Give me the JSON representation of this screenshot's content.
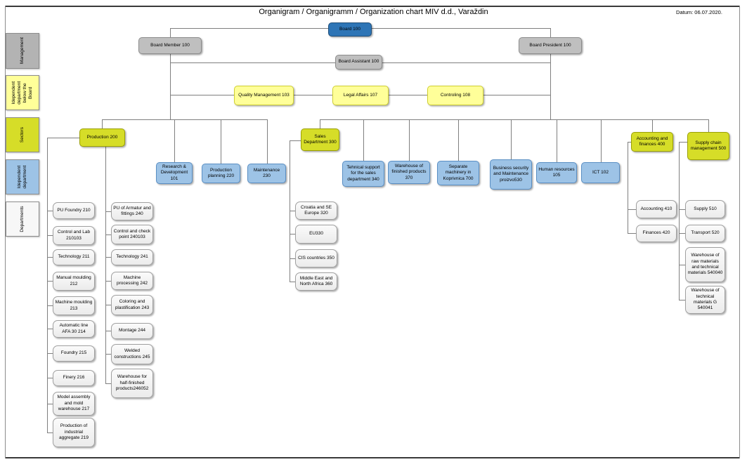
{
  "page": {
    "title": "Organigram / Organigramm / Organization chart MIV d.d., Varaždin",
    "date_label": "Datum: 06.07.2020."
  },
  "colors": {
    "board_blue": "#2e75b6",
    "gray": "#bfbfbf",
    "pale_yellow": "#ffff99",
    "yellow_green": "#d6dd28",
    "light_blue": "#9dc3e6",
    "line_gray": "#7f7f7f"
  },
  "sidebar": {
    "items": [
      {
        "label": "Management"
      },
      {
        "label": "Idependent department below the Board"
      },
      {
        "label": "Sectors"
      },
      {
        "label": "Idependent department"
      },
      {
        "label": "Departments"
      }
    ]
  },
  "board": {
    "board": "Board 100",
    "member": "Board Member 100",
    "president": "Board President 100",
    "assistant": "Board Assistant 100"
  },
  "staff_row": [
    "Quality Management 103",
    "Legal Affairs 107",
    "Controling 108"
  ],
  "sectors": {
    "production": "Production 200",
    "sales": "Sales Department 300",
    "accounting": "Accounting and finances 400",
    "supply": "Supply chain management 500"
  },
  "independent": [
    "Research & Development 101",
    "Production planning 220",
    "Maintenance 230",
    "Tehnical support for the sales department 340",
    "Warehouse of finished products 370",
    "Separate machinery in Koprivnica 700",
    "Business security and Maintenance proizvo530",
    "Human resources 105",
    "ICT 102"
  ],
  "departments": {
    "production_col1": [
      "PU Foundry 210",
      "Control and Lab 210103",
      "Technology 211",
      "Manual moulding 212",
      "Machine moulding 213",
      "Automatic line AFA 30 214",
      "Foundry 215",
      "Finery 216",
      "Model assembly and mold warehouse 217",
      "Production of industrial aggregate 219"
    ],
    "production_col2": [
      "PU of Armatur and fittings 240",
      "Control and check point 240103",
      "Technology 241",
      "Machine processing 242",
      "Coloring and plastification 243",
      "Montage 244",
      "Welded constructions 245",
      "Warehouse for half-finished products246052"
    ],
    "sales_col": [
      "Croatia and SE Europe 320",
      "EU330",
      "CIS countries 350",
      "Middle East and North Africa 360"
    ],
    "accounting_col": [
      "Accounting 410",
      "Finances 420"
    ],
    "supply_col": [
      "Supply  510",
      "Transport 520",
      "Warehouse of raw materials and technical materials 540040",
      "Warehouse of technical materials G 540041"
    ]
  }
}
